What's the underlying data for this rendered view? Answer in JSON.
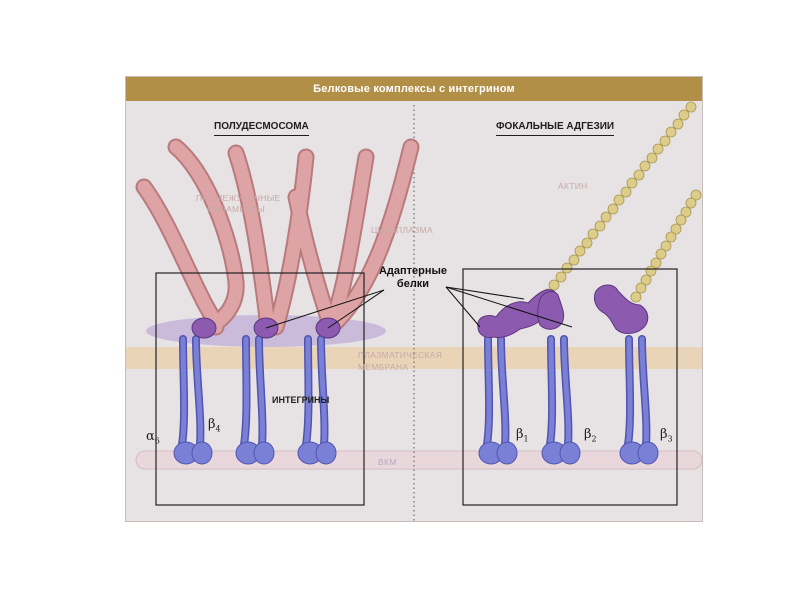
{
  "title": "Белковые комплексы с интегрином",
  "left_panel": {
    "heading": "ПОЛУДЕСМОСОМА",
    "filaments_label": "ПРОМЕЖУТОЧНЫЕ ФИЛАМЕНТЫ",
    "integrins_label": "ИНТЕГРИНЫ"
  },
  "right_panel": {
    "heading": "ФОКАЛЬНЫЕ АДГЕЗИИ",
    "actin_label": "АКТИН"
  },
  "regions": {
    "cytoplasm": "ЦИТОПЛАЗМА",
    "membrane": "ПЛАЗМАТИЧЕСКАЯ МЕМБРАНА",
    "ecm": "ВКМ"
  },
  "adapter_label": "Адаптерные белки",
  "subunits": {
    "alpha6": {
      "symbol": "α",
      "sub": "6"
    },
    "beta4": {
      "symbol": "β",
      "sub": "4"
    },
    "beta1": {
      "symbol": "β",
      "sub": "1"
    },
    "beta2": {
      "symbol": "β",
      "sub": "2"
    },
    "beta3": {
      "symbol": "β",
      "sub": "3"
    }
  },
  "colors": {
    "title_bar": "#b28f47",
    "background": "#e7e2e4",
    "filament": "#d8999c",
    "integrin": "#6f73cc",
    "adapter": "#8c5bb0",
    "actin": "#dccd8a",
    "membrane": "#e9cfa8"
  }
}
